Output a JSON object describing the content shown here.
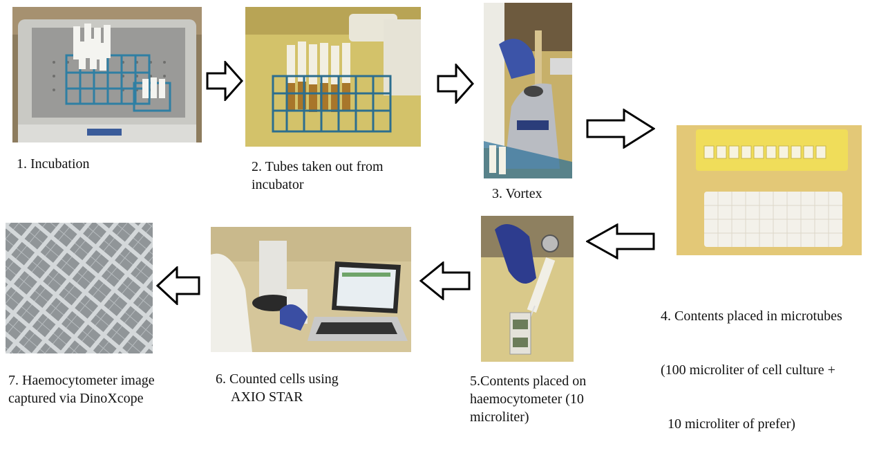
{
  "steps": [
    {
      "id": 1,
      "caption_lines": [
        "1. Incubation"
      ],
      "photo": "water-bath-incubator-photo"
    },
    {
      "id": 2,
      "caption_lines": [
        "2. Tubes taken out from",
        "incubator"
      ],
      "photo": "tube-rack-photo"
    },
    {
      "id": 3,
      "caption_lines": [
        "3. Vortex"
      ],
      "photo": "vortex-mixer-photo"
    },
    {
      "id": 4,
      "caption_lines": [
        "4. Contents placed in microtubes",
        "(100 microliter of cell culture +",
        "  10 microliter of prefer)"
      ],
      "photo": "microtube-racks-photo"
    },
    {
      "id": 5,
      "caption_lines": [
        "5.Contents placed on",
        "haemocytometer (10",
        "microliter)"
      ],
      "photo": "pipette-haemocytometer-photo"
    },
    {
      "id": 6,
      "caption_lines": [
        "6. Counted cells using",
        "AXIO STAR"
      ],
      "photo": "microscope-laptop-photo"
    },
    {
      "id": 7,
      "caption_lines": [
        "7. Haemocytometer image",
        "captured via DinoXcope"
      ],
      "photo": "haemocytometer-grid-photo"
    }
  ],
  "arrows": [
    {
      "from": 1,
      "to": 2,
      "direction": "right"
    },
    {
      "from": 2,
      "to": 3,
      "direction": "right"
    },
    {
      "from": 3,
      "to": 4,
      "direction": "right"
    },
    {
      "from": 4,
      "to": 5,
      "direction": "left"
    },
    {
      "from": 5,
      "to": 6,
      "direction": "left"
    },
    {
      "from": 6,
      "to": 7,
      "direction": "left"
    }
  ]
}
